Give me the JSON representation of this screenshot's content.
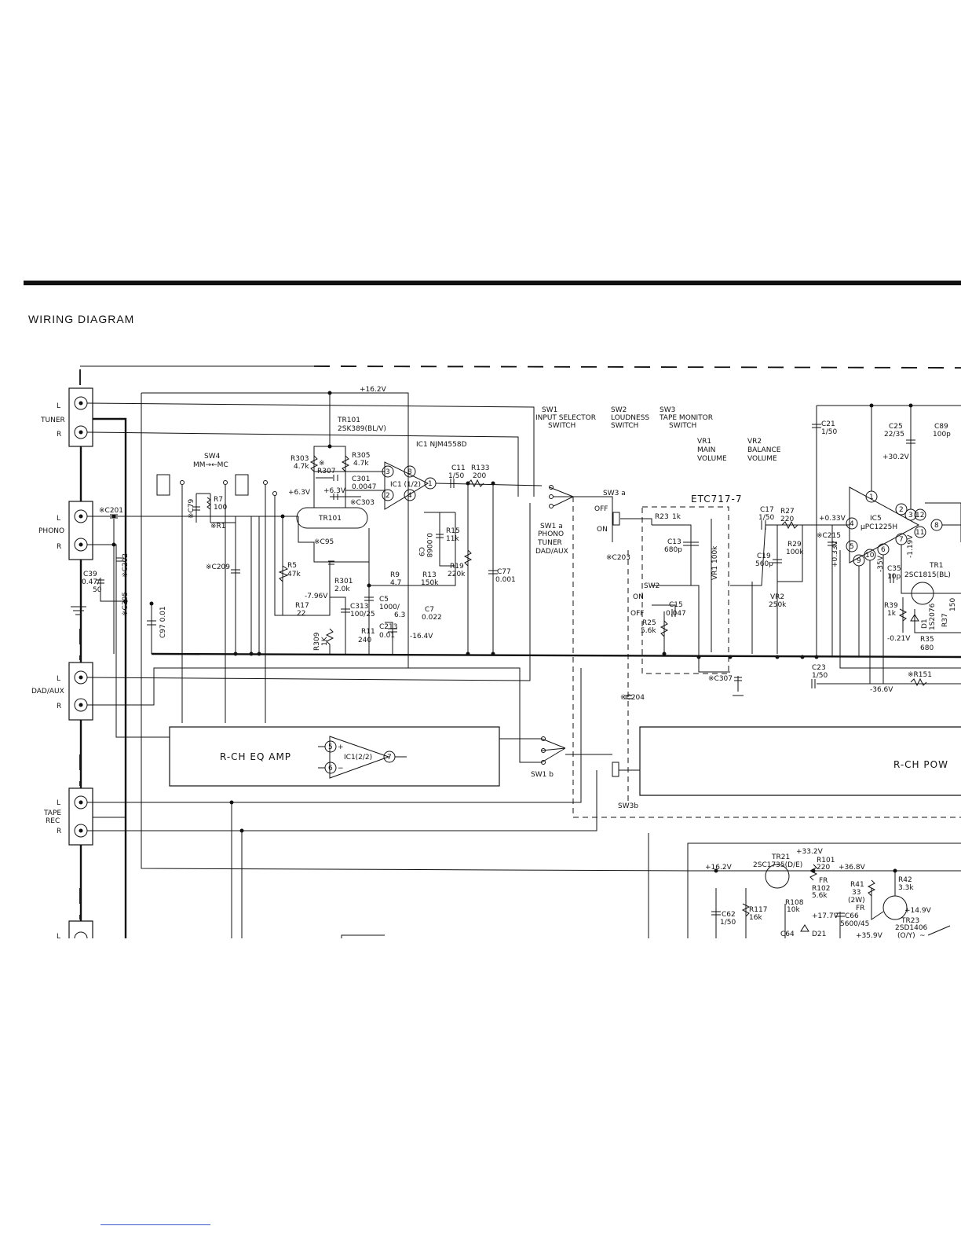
{
  "title": "WIRING DIAGRAM",
  "jacks": {
    "tuner": {
      "name": "TUNER",
      "l": "L",
      "r": "R"
    },
    "phono": {
      "name": "PHONO",
      "l": "L",
      "r": "R"
    },
    "dad_aux": {
      "name": "DAD/AUX",
      "l": "L",
      "r": "R"
    },
    "tape_rec": {
      "name1": "TAPE",
      "name2": "REC",
      "l": "L",
      "r": "R"
    },
    "next": {
      "l": "L"
    }
  },
  "switches": {
    "sw1": {
      "id": "SW1",
      "line1": "INPUT SELECTOR",
      "line2": "SWITCH"
    },
    "sw2": {
      "id": "SW2",
      "line1": "LOUDNESS",
      "line2": "SWITCH"
    },
    "sw3": {
      "id": "SW3",
      "line1": "TAPE MONITOR",
      "line2": "SWITCH"
    },
    "vr1": {
      "id": "VR1",
      "line1": "MAIN",
      "line2": "VOLUME"
    },
    "vr2": {
      "id": "VR2",
      "line1": "BALANCE",
      "line2": "VOLUME"
    },
    "sw4": {
      "id": "SW4",
      "mode": "MM→←MC"
    },
    "sw1a": {
      "id": "SW1 a",
      "opts": [
        "PHONO",
        "TUNER",
        "DAD/AUX"
      ]
    },
    "sw3a": "SW3 a",
    "sw1b": "SW1 b",
    "sw3b": "SW3b",
    "sw2_label": "SW2",
    "off": "OFF",
    "on": "ON"
  },
  "voltages": {
    "v_16_2": "+16.2V",
    "v_6_3a": "+6.3V",
    "v_6_3b": "+6.3V",
    "v_7_96": "-7.96V",
    "v_16_4": "-16.4V",
    "v_30_2": "+30.2V",
    "v_0_33a": "+0.33V",
    "v_0_33b": "+0.33V",
    "v_35": "-35V",
    "v_1_19": "-1.19V",
    "v_0_21": "-0.21V",
    "v_36_6": "-36.6V",
    "v_33_2": "+33.2V",
    "v_16_2b": "+16.2V",
    "v_36_8": "+36.8V",
    "v_17_7": "+17.7V",
    "v_14_9": "+14.9V",
    "v_35_9": "+35.9V"
  },
  "components": {
    "tr101_top": {
      "ref": "TR101",
      "part": "2SK389(BL/V)"
    },
    "tr101_body": "TR101",
    "ic1": "IC1  NJM4558D",
    "ic1_half": "IC1 (1/2)",
    "r303": {
      "ref": "R303",
      "val": "4.7k"
    },
    "r305": {
      "ref": "R305",
      "val": "4.7k"
    },
    "r307": {
      "ref": "R307",
      "mark": "※"
    },
    "c301": {
      "ref": "C301",
      "val": "0.0047"
    },
    "c303": "※C303",
    "c95": "※C95",
    "c201": "※C201",
    "c202": "※C202",
    "c305": "※C305",
    "c39": {
      "ref": "C39",
      "val": "0.47/",
      "val2": "50"
    },
    "c79": "※C79",
    "r7": {
      "ref": "R7",
      "val": "100"
    },
    "r1": "※R1",
    "c209": "※C209",
    "c97": "C97 0.01",
    "r5": {
      "ref": "R5",
      "val": "47k"
    },
    "r17": {
      "ref": "R17",
      "val": "22"
    },
    "r301": {
      "ref": "R301",
      "val": "2.0k"
    },
    "c313": {
      "ref": "C313",
      "val": "100/25"
    },
    "r309": {
      "ref": "R309",
      "val": "1K"
    },
    "r9": {
      "ref": "R9",
      "val": "4.7"
    },
    "c5": {
      "ref": "C5",
      "val": "1000/",
      "val2": "6.3"
    },
    "r11": {
      "ref": "R11",
      "val": "240"
    },
    "c213": {
      "ref": "C213",
      "val": "0.01"
    },
    "c9": {
      "ref": "C9",
      "val": "0.0068"
    },
    "r15": {
      "ref": "R15",
      "val": "11k"
    },
    "r13": {
      "ref": "R13",
      "val": "150k"
    },
    "c7": {
      "ref": "C7",
      "val": "0.022"
    },
    "c11": {
      "ref": "C11",
      "val": "1/50"
    },
    "r133": {
      "ref": "R133",
      "val": "200"
    },
    "r19": {
      "ref": "R19",
      "val": "220k"
    },
    "c77": {
      "ref": "C77",
      "val": "0.001"
    },
    "etc": "ETC717-7",
    "r23": {
      "ref": "R23",
      "val": "1k"
    },
    "c13": {
      "ref": "C13",
      "val": "680p"
    },
    "c203": "※C203",
    "vr1_val": "VR1 100k",
    "c15": {
      "ref": "C15",
      "val": "0.047"
    },
    "r25": {
      "ref": "R25",
      "val": "5.6k"
    },
    "c204": "※C204",
    "c307": "※C307",
    "c17": {
      "ref": "C17",
      "val": "1/50"
    },
    "r27": {
      "ref": "R27",
      "val": "220"
    },
    "c19": {
      "ref": "C19",
      "val": "560p"
    },
    "r29": {
      "ref": "R29",
      "val": "100k"
    },
    "vr2_val": {
      "ref": "VR2",
      "val": "250k"
    },
    "c21": {
      "ref": "C21",
      "val": "1/50"
    },
    "c215": "※C215",
    "c25": {
      "ref": "C25",
      "val": "22/35"
    },
    "c89": {
      "ref": "C89",
      "val": "100p"
    },
    "ic5": {
      "ref": "IC5",
      "part": "μPC1225H"
    },
    "c35": {
      "ref": "C35",
      "val": "10p"
    },
    "tr1": {
      "ref": "TR1",
      "part": "2SC1815(BL)"
    },
    "r39": {
      "ref": "R39",
      "val": "1k"
    },
    "d1": {
      "ref": "D1",
      "part": "1S2076"
    },
    "r37": {
      "ref": "R37",
      "val": "150"
    },
    "r35": {
      "ref": "R35",
      "val": "680"
    },
    "c23": {
      "ref": "C23",
      "val": "1/50"
    },
    "r151": "※R151",
    "tr21": {
      "ref": "TR21",
      "part": "2SC1735(D/E)"
    },
    "r101": {
      "ref": "R101",
      "val": "220"
    },
    "r102": {
      "ref": "R102",
      "val": "5.6k"
    },
    "r108": {
      "ref": "R108",
      "val": "10k"
    },
    "r41": {
      "ref": "R41",
      "val": "33",
      "val2": "(2W)"
    },
    "r42": {
      "ref": "R42",
      "val": "3.3k"
    },
    "tr23": {
      "ref": "TR23",
      "part": "2SD1406",
      "grade": "(O/Y)"
    },
    "c62": {
      "ref": "C62",
      "val": "1/50"
    },
    "r117": {
      "ref": "R117",
      "val": "16k"
    },
    "c66": {
      "ref": "C66",
      "val": "5600/45"
    },
    "c64": "C64",
    "d21": "D21",
    "fr": "FR"
  },
  "blocks": {
    "eq_amp": {
      "label": "R-CH EQ AMP",
      "ic": "IC1(2/2)",
      "p_plus": "5",
      "p_minus": "6",
      "p_out": "7"
    },
    "power": {
      "label": "R-CH  POW"
    }
  },
  "pins": {
    "ic1": [
      "3",
      "2",
      "8",
      "4",
      "1"
    ],
    "ic5": [
      "1",
      "2",
      "3",
      "12",
      "8",
      "11",
      "7",
      "6",
      "10",
      "9",
      "4",
      "5"
    ]
  },
  "marks": {
    "plus": "+",
    "minus": "−",
    "tilde": "~"
  }
}
